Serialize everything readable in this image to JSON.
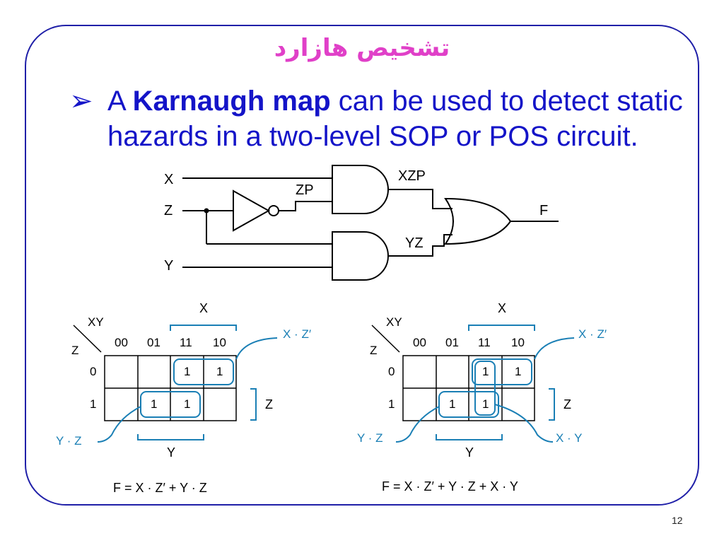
{
  "slide": {
    "title": "تشخیص هازارد",
    "bullet_symbol": "➢",
    "bullet": {
      "prefix": "A ",
      "bold": "Karnaugh map",
      "suffix": " can be used to detect static hazards in a two-level SOP or POS circuit."
    },
    "page_number": "12"
  },
  "colors": {
    "title": "#e040c8",
    "text": "#1414c8",
    "frame": "#1f1fa8",
    "kmap_accent": "#1a7fb5"
  },
  "circuit": {
    "inputs": [
      "X",
      "Z",
      "Y"
    ],
    "signals": [
      "ZP",
      "XZP",
      "YZ"
    ],
    "output": "F"
  },
  "kmaps": [
    {
      "col_var": "XY",
      "row_var": "Z",
      "columns": [
        "00",
        "01",
        "11",
        "10"
      ],
      "rows": [
        "0",
        "1"
      ],
      "cells": [
        [
          "",
          "",
          "1",
          "1"
        ],
        [
          "",
          "1",
          "1",
          ""
        ]
      ],
      "bracket_top": "X",
      "bracket_right": "Z",
      "bracket_bottom": "Y",
      "terms": [
        "X · Z′",
        "Y · Z"
      ],
      "equation": "F = X · Z′ + Y · Z"
    },
    {
      "col_var": "XY",
      "row_var": "Z",
      "columns": [
        "00",
        "01",
        "11",
        "10"
      ],
      "rows": [
        "0",
        "1"
      ],
      "cells": [
        [
          "",
          "",
          "1",
          "1"
        ],
        [
          "",
          "1",
          "1",
          ""
        ]
      ],
      "bracket_top": "X",
      "bracket_right": "Z",
      "bracket_bottom": "Y",
      "terms": [
        "X · Z′",
        "Y · Z",
        "X · Y"
      ],
      "equation": "F = X · Z′ + Y · Z + X · Y"
    }
  ]
}
